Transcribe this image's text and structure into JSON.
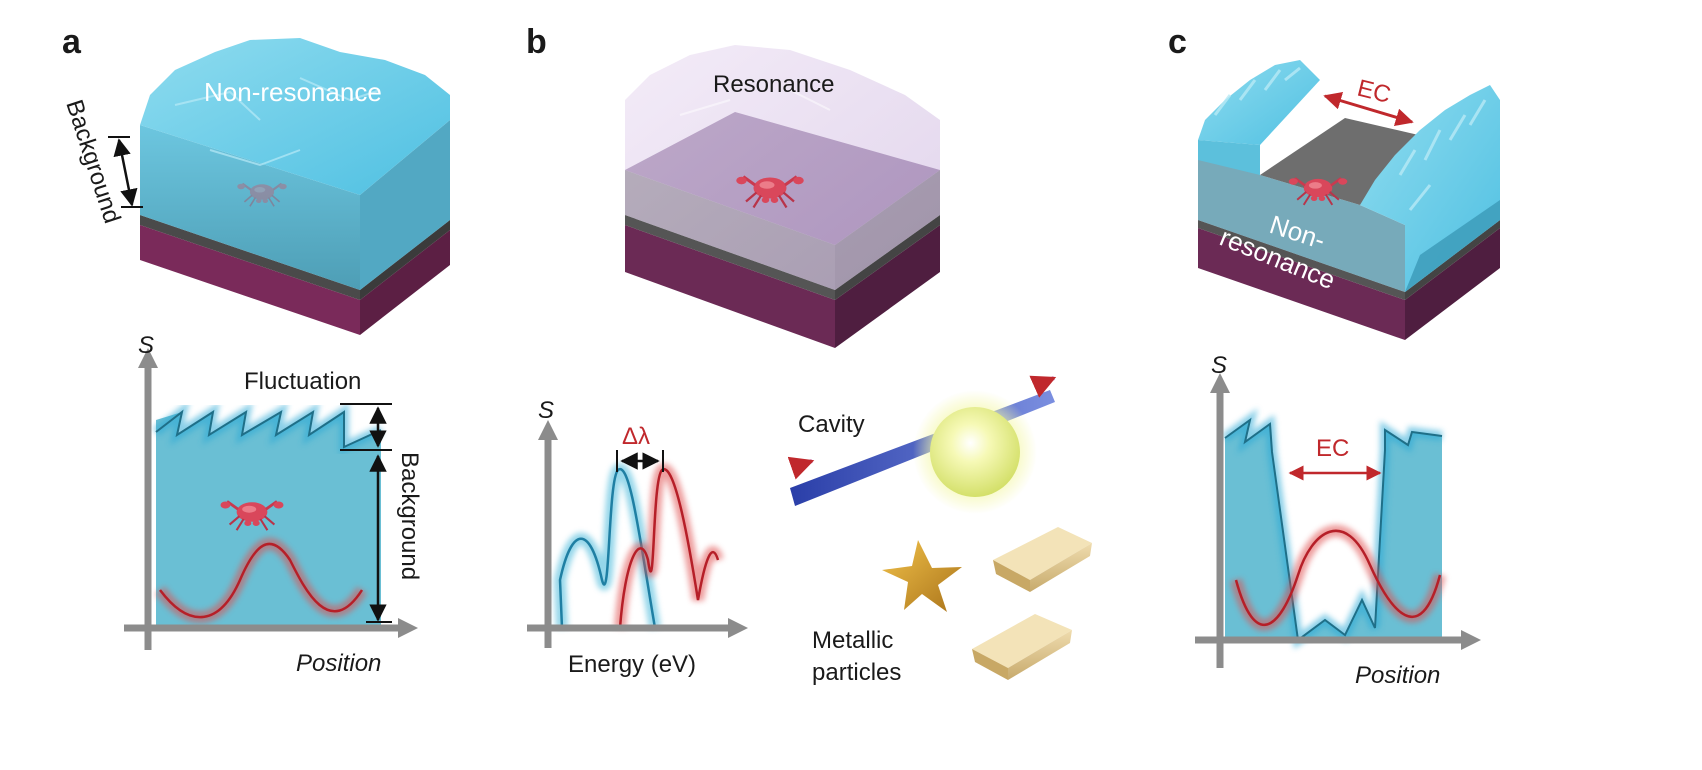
{
  "panels": {
    "a": {
      "label": "a",
      "block_text": "Non-resonance",
      "background_label": "Background",
      "plot": {
        "y_axis_label": "S",
        "x_axis_label": "Position",
        "fluctuation_label": "Fluctuation",
        "background_label": "Background"
      }
    },
    "b": {
      "label": "b",
      "block_text": "Resonance",
      "plot": {
        "y_axis_label": "S",
        "x_axis_label": "Energy (eV)",
        "shift_label": "Δλ"
      },
      "cavity_label": "Cavity",
      "particles_label_line1": "Metallic",
      "particles_label_line2": "particles"
    },
    "c": {
      "label": "c",
      "gap_label": "EC",
      "floor_text_line1": "Non-",
      "floor_text_line2": "resonance",
      "plot": {
        "y_axis_label": "S",
        "x_axis_label": "Position",
        "gap_label": "EC"
      }
    }
  },
  "colors": {
    "cyan": "#3fb6d9",
    "cyan_fill": "#5ab8cf",
    "red": "#d23a3c",
    "purple": "#b48fc8",
    "axis": "#8c8c8c",
    "arrow_red": "#c0282c"
  }
}
